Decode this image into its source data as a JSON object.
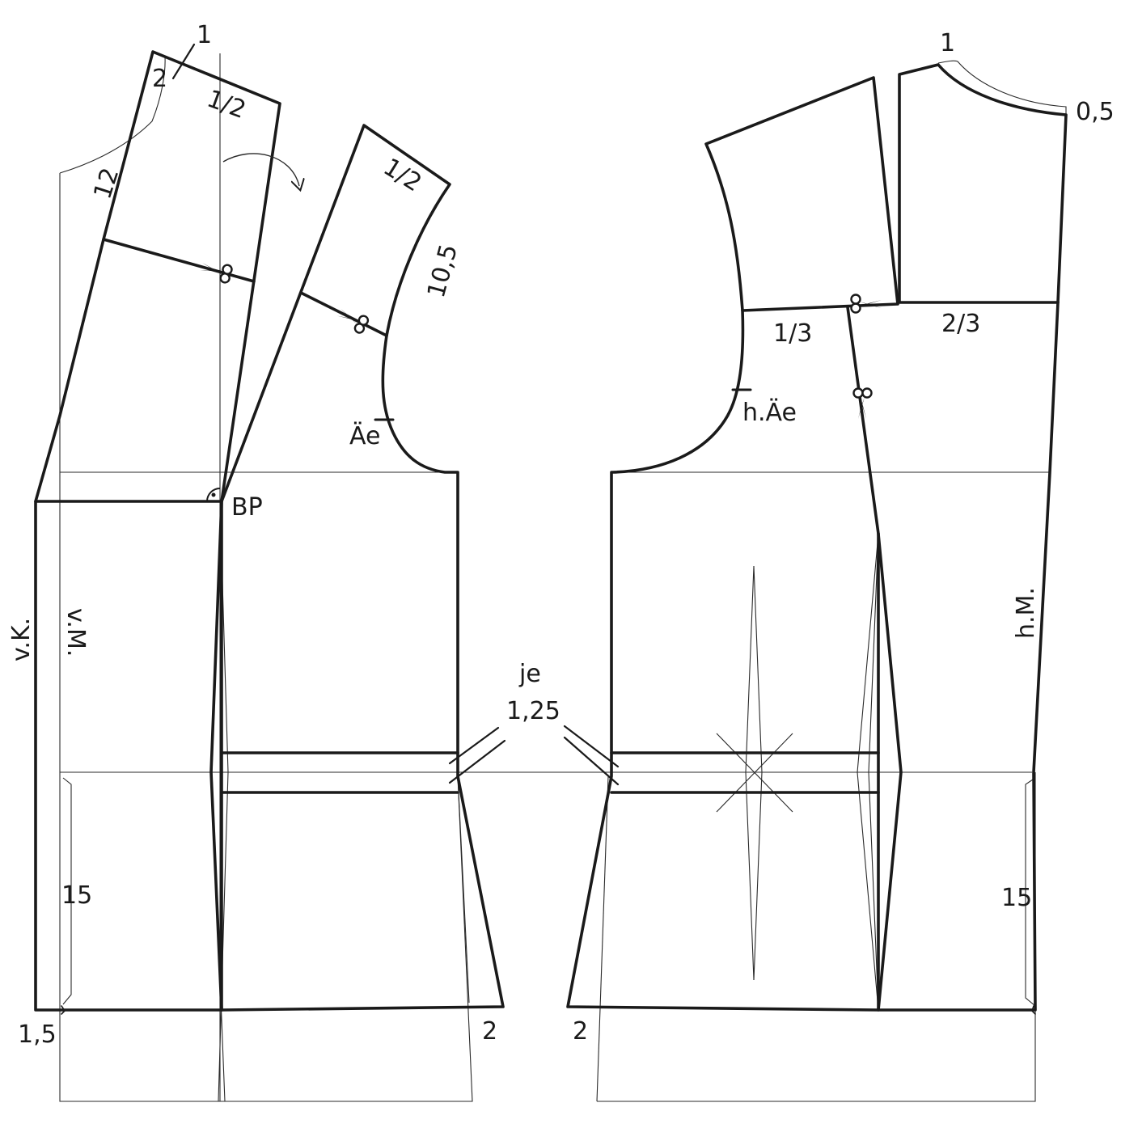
{
  "colors": {
    "line": "#1a1a1a",
    "background": "#ffffff"
  },
  "icons": [
    "scissors-icon",
    "arrow-icon",
    "right-angle-icon"
  ],
  "front": {
    "labels": {
      "shoulder_1": "1",
      "shoulder_2": "2",
      "half_a": "1/2",
      "neck_12": "12",
      "half_b": "1/2",
      "armhole_10_5": "10,5",
      "armhole_mark": "Äe",
      "bust_point": "BP",
      "center_front_edge": "v.K.",
      "center_front": "v.M.",
      "hem_15": "15",
      "hem_1_5": "1,5",
      "side_2": "2"
    }
  },
  "back": {
    "labels": {
      "neck_1": "1",
      "neck_0_5": "0,5",
      "third_1_3": "1/3",
      "third_2_3": "2/3",
      "armhole_mark": "h.Äe",
      "center_back": "h.M.",
      "hem_15": "15",
      "side_2": "2"
    }
  },
  "shared": {
    "je": "je",
    "je_value": "1,25"
  }
}
